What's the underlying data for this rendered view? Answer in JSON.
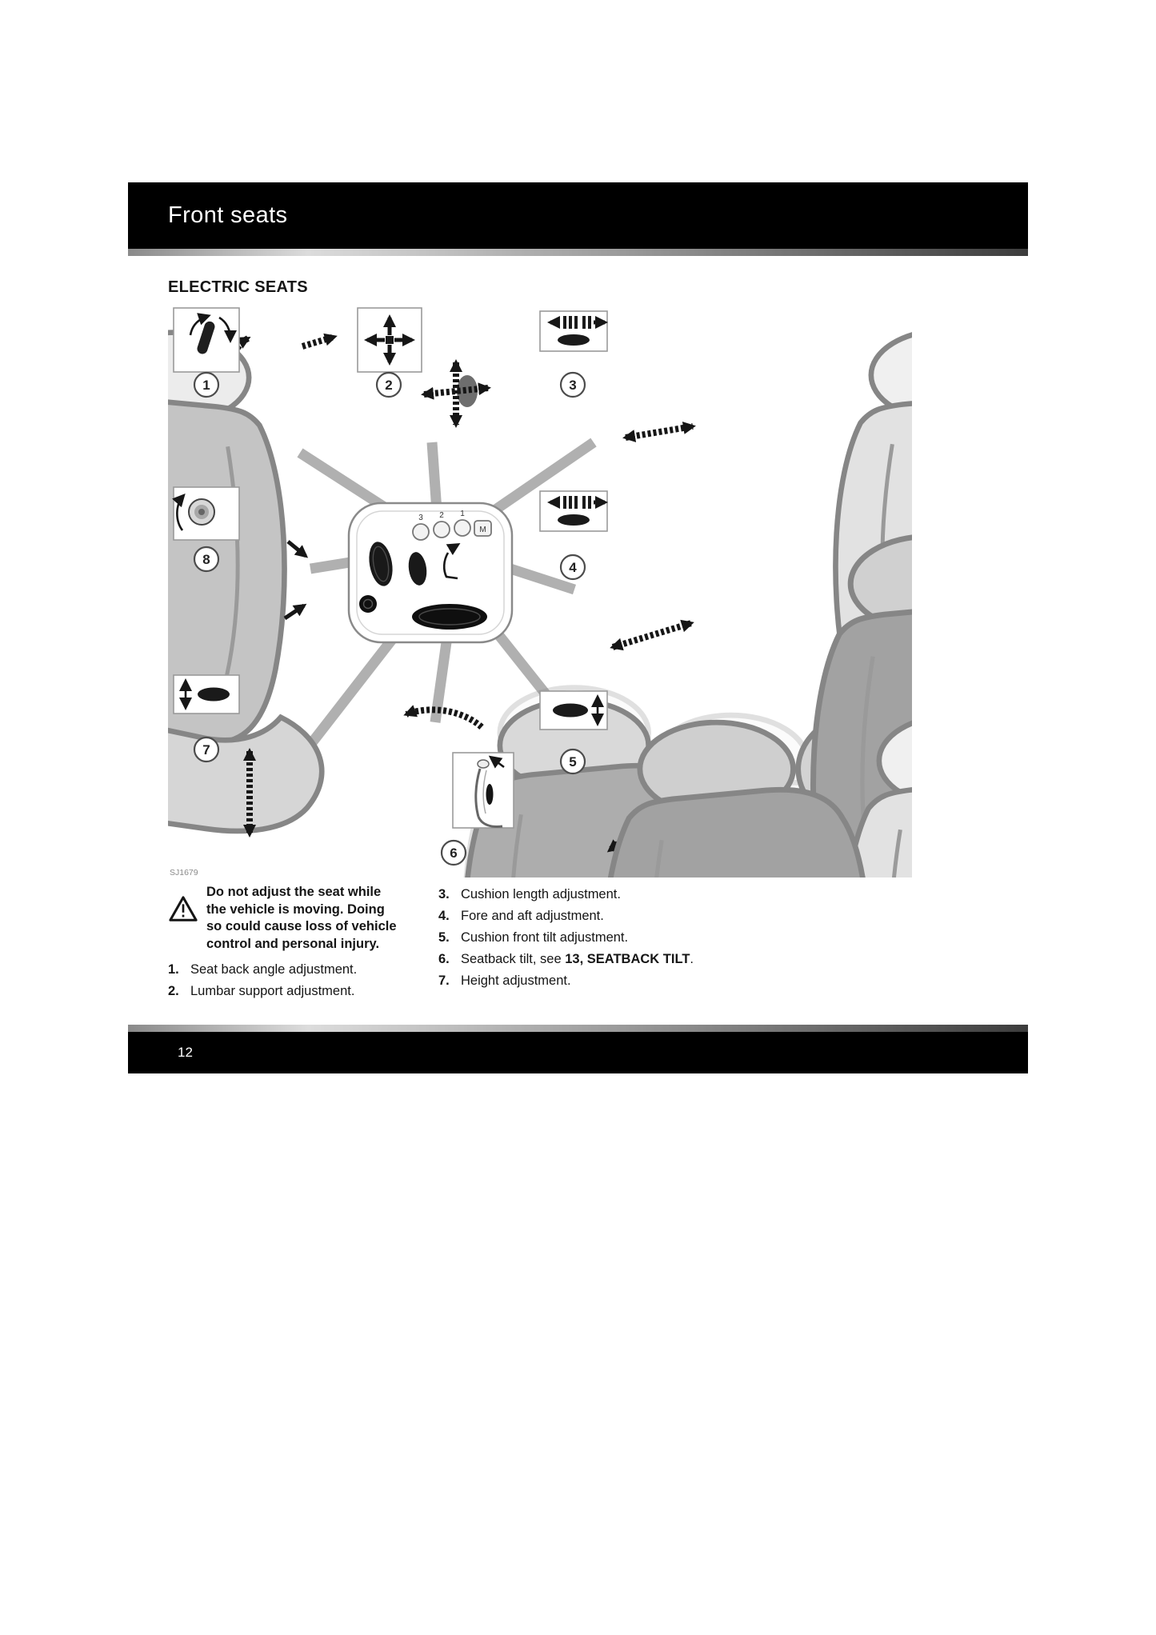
{
  "page": {
    "header_title": "Front seats",
    "section_title": "ELECTRIC SEATS",
    "figure_code": "SJ1679",
    "page_number": "12"
  },
  "diagram": {
    "callouts": [
      "1",
      "2",
      "3",
      "4",
      "5",
      "6",
      "7",
      "8"
    ],
    "panel_labels": {
      "m1": "3",
      "m2": "2",
      "m3": "1",
      "memory": "M"
    }
  },
  "warning": {
    "text": "Do not adjust the seat while the vehicle is moving. Doing so could cause loss of vehicle control and personal injury."
  },
  "legend": {
    "left": [
      {
        "num": "1.",
        "text": "Seat back angle adjustment."
      },
      {
        "num": "2.",
        "text": "Lumbar support adjustment."
      }
    ],
    "right": [
      {
        "num": "3.",
        "text": "Cushion length adjustment."
      },
      {
        "num": "4.",
        "text": "Fore and aft adjustment."
      },
      {
        "num": "5.",
        "text": "Cushion front tilt adjustment."
      },
      {
        "num": "6.",
        "text_prefix": "Seatback tilt, see ",
        "text_bold": "13, SEATBACK TILT",
        "text_suffix": "."
      },
      {
        "num": "7.",
        "text": "Height adjustment."
      }
    ]
  }
}
